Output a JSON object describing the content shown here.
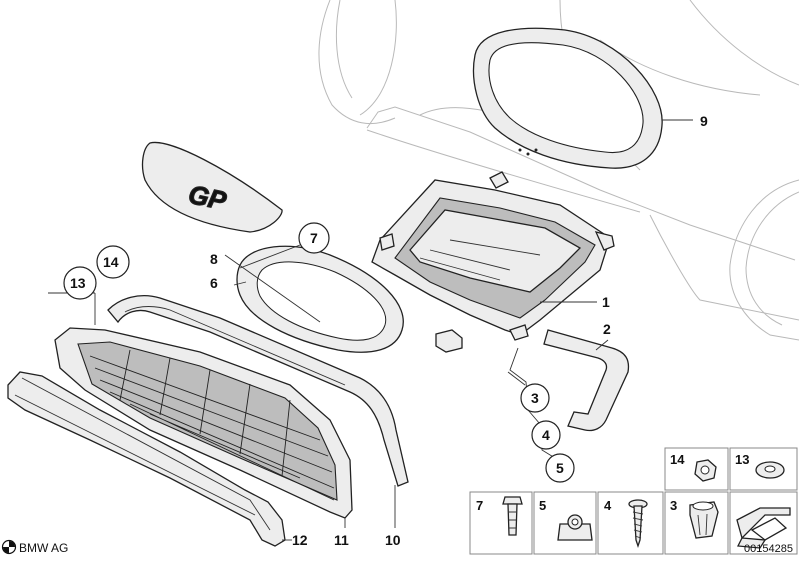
{
  "callouts": {
    "c1": "1",
    "c2": "2",
    "c3": "3",
    "c4": "4",
    "c5": "5",
    "c6": "6",
    "c7": "7",
    "c8": "8",
    "c9": "9",
    "c10": "10",
    "c11": "11",
    "c12": "12",
    "c13": "13",
    "c14": "14"
  },
  "inset": {
    "n14": "14",
    "n13": "13",
    "n7": "7",
    "n5": "5",
    "n4": "4",
    "n3": "3"
  },
  "emblem_text": "GP",
  "footer": {
    "brand": "BMW AG",
    "diagram_number": "00154285"
  }
}
